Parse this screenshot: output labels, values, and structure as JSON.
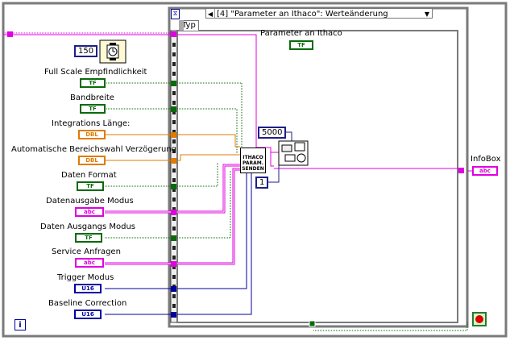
{
  "case_selector": {
    "label": "[4] \"Parameter an Ithaco\": Werteänderung",
    "arrow_left": "◀",
    "arrow_down": "▼"
  },
  "typ_label": "Typ",
  "loop_count_constant": "150",
  "parameter_label": "Parameter an Ithaco",
  "terminals": [
    {
      "label": "Full Scale Empfindlichkeit",
      "type": "bool",
      "text": "TF"
    },
    {
      "label": "Bandbreite",
      "type": "bool",
      "text": "TF"
    },
    {
      "label": "Integrations Länge:",
      "type": "dbl",
      "text": "DBL"
    },
    {
      "label": "Automatische Bereichswahl Verzögerung",
      "type": "dbl",
      "text": "DBL"
    },
    {
      "label": "Daten Format",
      "type": "bool",
      "text": "TF"
    },
    {
      "label": "Datenausgabe Modus",
      "type": "str",
      "text": "abc"
    },
    {
      "label": "Daten Ausgangs Modus",
      "type": "bool",
      "text": "TF"
    },
    {
      "label": "Service Anfragen",
      "type": "str",
      "text": "abc"
    },
    {
      "label": "Trigger Modus",
      "type": "u16",
      "text": "U16"
    },
    {
      "label": "Baseline Correction",
      "type": "u16",
      "text": "U16"
    }
  ],
  "parameter_terminal": "TF",
  "timeout_constant": "5000",
  "index_constant": "1",
  "subvi_label": "ITHACO PARAM. SENDEN",
  "infobox_label": "InfoBox",
  "infobox_terminal": "abc",
  "info_icon": "i",
  "colors": {
    "bool": "#0a6a0a",
    "dbl": "#e07b00",
    "string": "#e000e0",
    "u16": "#0000a0",
    "error": "#c8a000"
  }
}
